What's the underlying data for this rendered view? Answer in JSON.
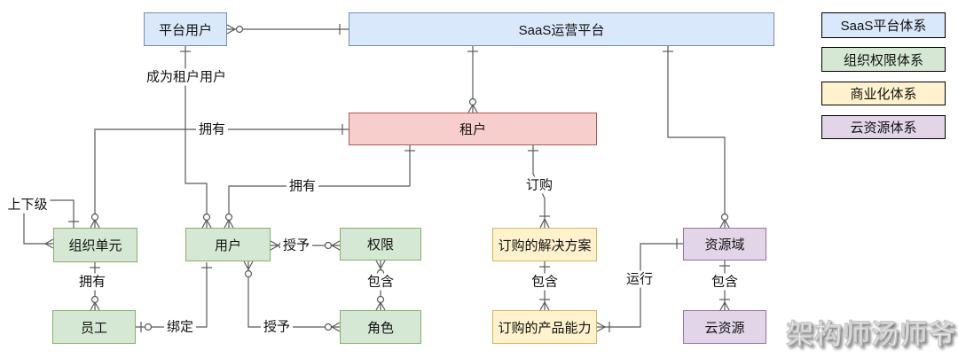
{
  "diagram": {
    "entities": {
      "platform_user": {
        "label": "平台用户",
        "color": "blue"
      },
      "saas_platform": {
        "label": "SaaS运营平台",
        "color": "blue"
      },
      "tenant": {
        "label": "租户",
        "color": "red"
      },
      "org_unit": {
        "label": "组织单元",
        "color": "green"
      },
      "user": {
        "label": "用户",
        "color": "green"
      },
      "permission": {
        "label": "权限",
        "color": "green"
      },
      "employee": {
        "label": "员工",
        "color": "green"
      },
      "role": {
        "label": "角色",
        "color": "green"
      },
      "subscribed_solution": {
        "label": "订购的解决方案",
        "color": "yellow"
      },
      "subscribed_product": {
        "label": "订购的产品能力",
        "color": "yellow"
      },
      "resource_domain": {
        "label": "资源域",
        "color": "purple"
      },
      "cloud_resource": {
        "label": "云资源",
        "color": "purple"
      }
    },
    "relationships": [
      {
        "from": "platform_user",
        "to": "saas_platform",
        "label": "",
        "from_end": "many-optional",
        "to_end": "one"
      },
      {
        "from": "platform_user",
        "to": "user",
        "label": "成为租户用户",
        "from_end": "one",
        "to_end": "many-optional"
      },
      {
        "from": "saas_platform",
        "to": "tenant",
        "label": "",
        "from_end": "one",
        "to_end": "many-optional"
      },
      {
        "from": "saas_platform",
        "to": "resource_domain",
        "label": "",
        "from_end": "one",
        "to_end": "many-optional"
      },
      {
        "from": "tenant",
        "to": "org_unit",
        "label": "拥有",
        "from_end": "one",
        "to_end": "many-optional"
      },
      {
        "from": "tenant",
        "to": "user",
        "label": "拥有",
        "from_end": "one",
        "to_end": "many-optional"
      },
      {
        "from": "tenant",
        "to": "subscribed_solution",
        "label": "订购",
        "from_end": "one",
        "to_end": "one-or-many"
      },
      {
        "from": "org_unit",
        "to": "org_unit",
        "label": "上下级",
        "from_end": "one",
        "to_end": "many"
      },
      {
        "from": "org_unit",
        "to": "employee",
        "label": "拥有",
        "from_end": "one",
        "to_end": "many-optional"
      },
      {
        "from": "employee",
        "to": "user",
        "label": "绑定",
        "from_end": "one-optional",
        "to_end": "one"
      },
      {
        "from": "user",
        "to": "permission",
        "label": "授予",
        "from_end": "many-optional",
        "to_end": "many-optional"
      },
      {
        "from": "user",
        "to": "role",
        "label": "授予",
        "from_end": "many-optional",
        "to_end": "many-optional"
      },
      {
        "from": "permission",
        "to": "role",
        "label": "包含",
        "from_end": "many-optional",
        "to_end": "many-optional"
      },
      {
        "from": "subscribed_solution",
        "to": "subscribed_product",
        "label": "包含",
        "from_end": "one",
        "to_end": "one-or-many"
      },
      {
        "from": "subscribed_product",
        "to": "resource_domain",
        "label": "运行",
        "from_end": "one-or-many",
        "to_end": "one"
      },
      {
        "from": "resource_domain",
        "to": "cloud_resource",
        "label": "包含",
        "from_end": "one",
        "to_end": "one-or-many"
      }
    ],
    "legend": [
      {
        "label": "SaaS平台体系",
        "color": "blue"
      },
      {
        "label": "组织权限体系",
        "color": "green"
      },
      {
        "label": "商业化体系",
        "color": "yellow"
      },
      {
        "label": "云资源体系",
        "color": "purple"
      }
    ],
    "watermark": "架构师汤师爷",
    "palette": {
      "blue_fill": "#dae8fc",
      "blue_stroke": "#6c8ebf",
      "green_fill": "#d5e8d4",
      "green_stroke": "#82b366",
      "yellow_fill": "#fff2cc",
      "yellow_stroke": "#d6b656",
      "red_fill": "#f8cecc",
      "red_stroke": "#b85450",
      "purple_fill": "#e1d5e7",
      "purple_stroke": "#9673a6",
      "connector": "#595959"
    }
  }
}
